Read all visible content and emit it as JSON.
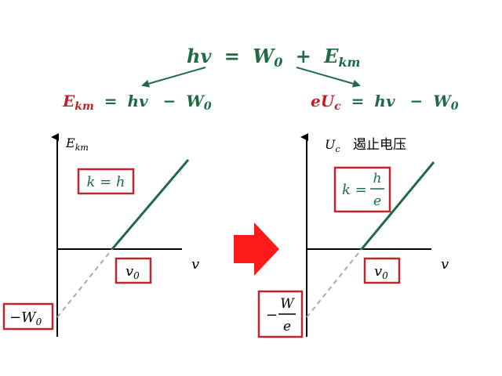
{
  "colors": {
    "green": "#1f6b45",
    "red": "#c0202a",
    "box": "#c0252e",
    "arrow_fill": "#ff1a1a",
    "axis": "#000000",
    "dash": "#a8a8a8"
  },
  "top_equation": {
    "lhs": "hv",
    "eq": "=",
    "w": "W",
    "w_sub": "0",
    "plus": "+",
    "e": "E",
    "e_sub": "km"
  },
  "left_equation": {
    "e": "E",
    "e_sub": "km",
    "eq": "=",
    "hv": "hv",
    "minus": "−",
    "w": "W",
    "w_sub": "0"
  },
  "right_equation": {
    "eu": "eU",
    "eu_sub": "c",
    "eq": "=",
    "hv": "hv",
    "minus": "−",
    "w": "W",
    "w_sub": "0"
  },
  "left_graph": {
    "y_label": "E",
    "y_label_sub": "km",
    "x_label": "v",
    "slope_label": "k = h",
    "threshold_label": "v",
    "threshold_sub": "0",
    "intercept_label": "−W",
    "intercept_sub": "0"
  },
  "right_graph": {
    "y_label": "U",
    "y_label_sub": "c",
    "y_title": "遏止电压",
    "x_label": "v",
    "slope_k": "k =",
    "slope_num": "h",
    "slope_den": "e",
    "threshold_label": "v",
    "threshold_sub": "0",
    "intercept_sign": "−",
    "intercept_num": "W",
    "intercept_den": "e"
  }
}
